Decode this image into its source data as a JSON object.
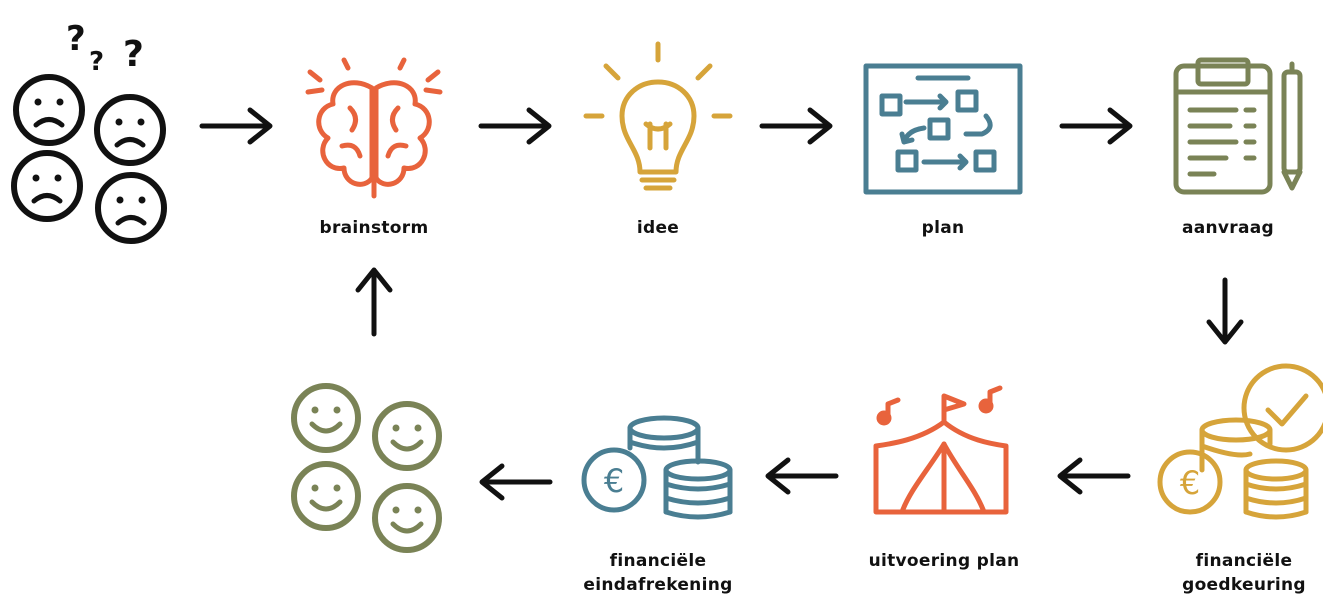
{
  "steps": {
    "brainstorm": "brainstorm",
    "idee": "idee",
    "plan": "plan",
    "aanvraag": "aanvraag",
    "goedkeuring_line1": "financiële",
    "goedkeuring_line2": "goedkeuring",
    "uitvoering": "uitvoering plan",
    "eindafrekening_line1": "financiële",
    "eindafrekening_line2": "eindafrekening"
  },
  "icons": {
    "start": "confused-faces-icon",
    "brainstorm": "brain-icon",
    "idee": "lightbulb-icon",
    "plan": "plan-board-icon",
    "aanvraag": "clipboard-pen-icon",
    "goedkeuring": "coins-check-icon",
    "uitvoering": "festival-tent-icon",
    "eindafrekening": "euro-coins-icon",
    "end": "happy-faces-icon"
  },
  "colors": {
    "arrow": "#111111",
    "faces_sad": "#111111",
    "brainstorm": "#E8633C",
    "idee": "#D6A43A",
    "plan": "#4A7E92",
    "aanvraag": "#7A8356",
    "goedkeuring": "#D6A43A",
    "uitvoering": "#E8633C",
    "eindafrekening": "#4A7E92",
    "faces_happy": "#7A8356"
  }
}
